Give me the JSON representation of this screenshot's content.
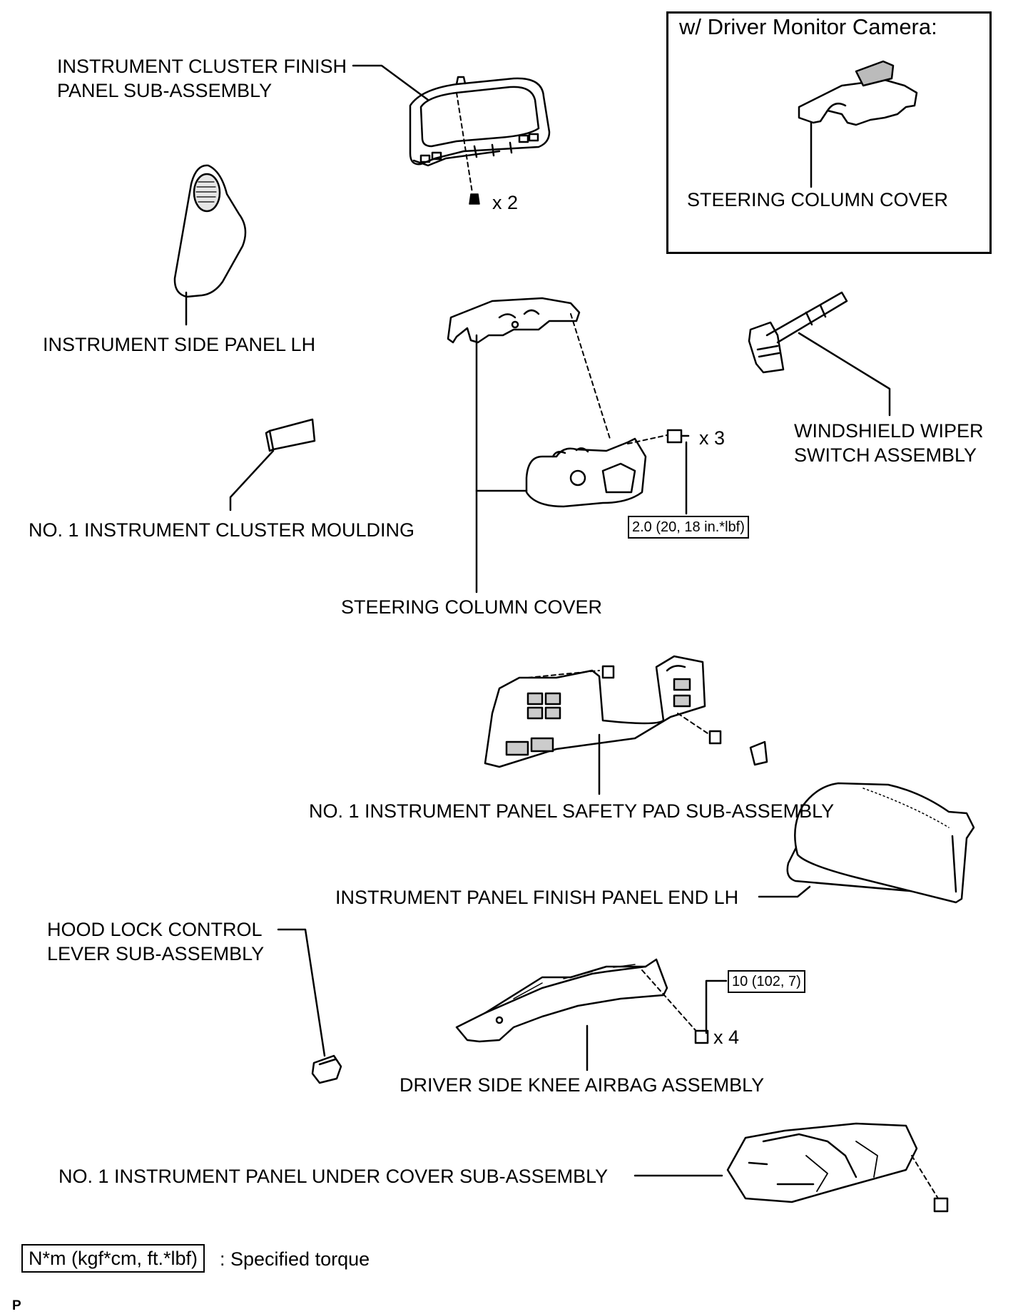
{
  "inset": {
    "title": "w/ Driver Monitor Camera:",
    "part_label": "STEERING COLUMN COVER"
  },
  "parts": {
    "cluster_finish_panel": "INSTRUMENT CLUSTER FINISH\nPANEL SUB-ASSEMBLY",
    "side_panel": "INSTRUMENT SIDE PANEL LH",
    "cluster_moulding": "NO. 1 INSTRUMENT CLUSTER MOULDING",
    "steering_column_cover": "STEERING COLUMN COVER",
    "wiper_switch": "WINDSHIELD WIPER\nSWITCH ASSEMBLY",
    "safety_pad": "NO. 1 INSTRUMENT PANEL SAFETY PAD SUB-ASSEMBLY",
    "finish_panel_end": "INSTRUMENT PANEL FINISH PANEL END LH",
    "hood_lock_lever": "HOOD LOCK CONTROL\nLEVER SUB-ASSEMBLY",
    "knee_airbag": "DRIVER SIDE KNEE AIRBAG ASSEMBLY",
    "under_cover": "NO. 1 INSTRUMENT PANEL UNDER COVER SUB-ASSEMBLY"
  },
  "quantities": {
    "clips_cluster": "x 2",
    "screws_column": "x 3",
    "bolts_airbag": "x 4"
  },
  "torques": {
    "column_cover": "2.0 (20, 18 in.*lbf)",
    "knee_airbag": "10 (102, 7)"
  },
  "legend": {
    "unit": "N*m (kgf*cm, ft.*lbf)",
    "description": ": Specified torque"
  },
  "footer_code": "P"
}
